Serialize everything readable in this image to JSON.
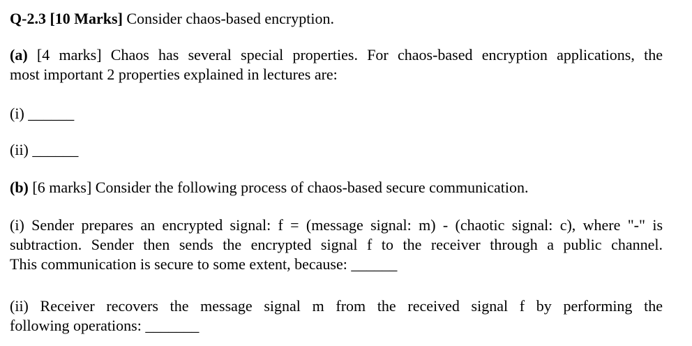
{
  "colors": {
    "background": "#ffffff",
    "text": "#000000"
  },
  "doc": {
    "title": {
      "lead": "Q-2.3 [10 Marks]",
      "rest": " Consider chaos-based encryption."
    },
    "part_a": {
      "lead": "(a)",
      "line1": " [4 marks] Chaos has several special properties. For chaos-based encryption applications, the",
      "line2": "most important 2 properties explained in lectures are:"
    },
    "item_i": {
      "label": "(i) ",
      "blank": "______"
    },
    "item_ii": {
      "label": "(ii) ",
      "blank": "______"
    },
    "part_b": {
      "lead": "(b)",
      "rest": " [6 marks] Consider the following process of chaos-based secure communication."
    },
    "para_bi": {
      "line1": "(i) Sender prepares an encrypted signal: f = (message signal: m) - (chaotic signal: c), where \"-\" is",
      "line2": "subtraction. Sender then sends the encrypted signal f to the receiver through a public channel.",
      "line3": "This communication is secure to some extent, because: ",
      "blank": "______"
    },
    "para_bii": {
      "line1": "(ii) Receiver recovers the message signal m from the received signal f by performing the",
      "line2": "following operations:  ",
      "blank": "_______"
    }
  }
}
